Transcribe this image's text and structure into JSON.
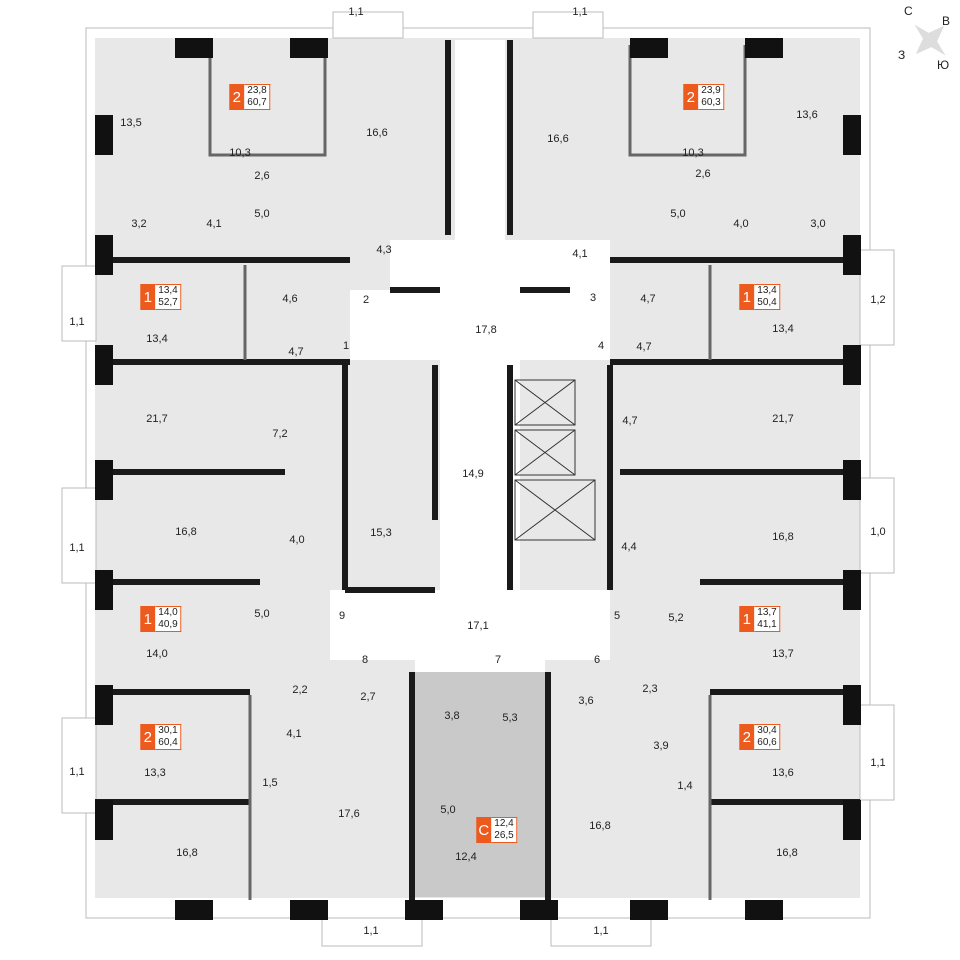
{
  "compass": {
    "n": "С",
    "e": "В",
    "w": "З",
    "s": "Ю"
  },
  "colors": {
    "accent": "#ec5a1e",
    "room": "#e8e8e8",
    "wall": "#1a1a1a"
  },
  "areas": [
    "13,5",
    "10,3",
    "16,6",
    "2,6",
    "3,2",
    "4,1",
    "5,0",
    "4,3",
    "1,1",
    "1,1",
    "16,6",
    "10,3",
    "13,6",
    "2,6",
    "5,0",
    "4,0",
    "3,0",
    "4,1",
    "2",
    "3",
    "1",
    "4",
    "17,8",
    "13,4",
    "4,6",
    "4,7",
    "1,1",
    "4,7",
    "4,7",
    "13,4",
    "1,2",
    "21,7",
    "7,2",
    "4,7",
    "21,7",
    "14,9",
    "15,3",
    "16,8",
    "4,0",
    "1,1",
    "4,4",
    "16,8",
    "1,0",
    "5,0",
    "9",
    "17,1",
    "5",
    "5,2",
    "14,0",
    "13,7",
    "8",
    "7",
    "6",
    "2,2",
    "2,7",
    "4,1",
    "3,8",
    "5,3",
    "3,6",
    "2,3",
    "3,9",
    "13,3",
    "1,1",
    "1,5",
    "1,4",
    "13,6",
    "1,1",
    "17,6",
    "5,0",
    "16,8",
    "12,4",
    "16,8",
    "16,8",
    "1,1",
    "1,1"
  ],
  "badges": [
    {
      "rooms": "2",
      "living": "23,8",
      "total": "60,7"
    },
    {
      "rooms": "2",
      "living": "23,9",
      "total": "60,3"
    },
    {
      "rooms": "1",
      "living": "13,4",
      "total": "52,7"
    },
    {
      "rooms": "1",
      "living": "13,4",
      "total": "50,4"
    },
    {
      "rooms": "1",
      "living": "14,0",
      "total": "40,9"
    },
    {
      "rooms": "1",
      "living": "13,7",
      "total": "41,1"
    },
    {
      "rooms": "2",
      "living": "30,1",
      "total": "60,4"
    },
    {
      "rooms": "2",
      "living": "30,4",
      "total": "60,6"
    },
    {
      "rooms": "С",
      "living": "12,4",
      "total": "26,5"
    }
  ]
}
